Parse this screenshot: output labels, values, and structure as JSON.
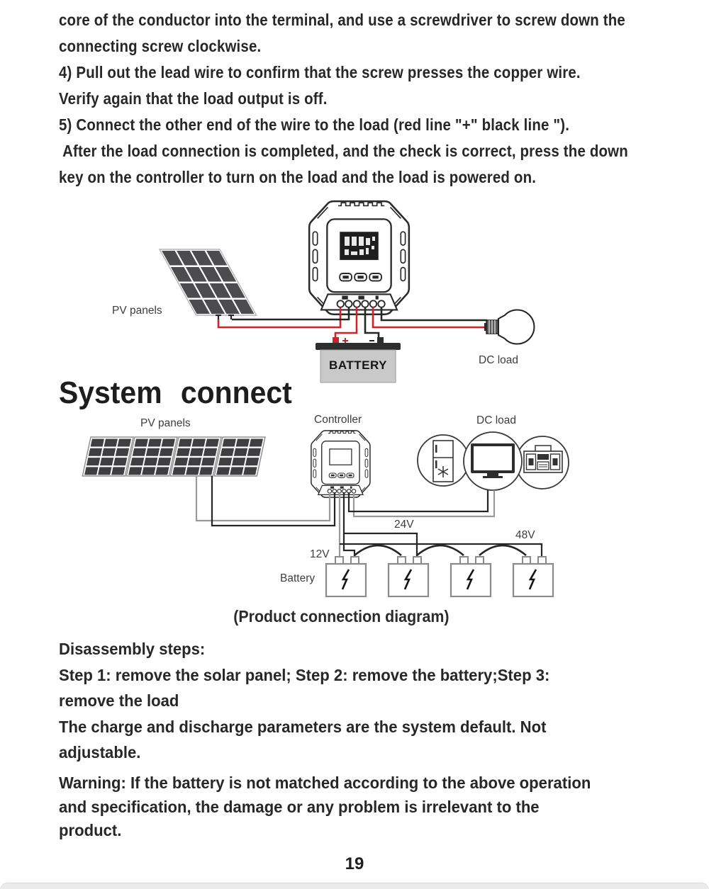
{
  "page": {
    "number": "19"
  },
  "colors": {
    "wire_red": "#d2232a",
    "wire_black": "#262626",
    "wire_gray": "#9a9a9a",
    "battery_fill": "#c9c9c9",
    "text": "#272727"
  },
  "intro": {
    "lines": [
      "core of the conductor into the terminal, and use a screwdriver to screw down the",
      "connecting screw clockwise.",
      "4) Pull out the lead wire to confirm that the screw presses the copper wire.",
      "Verify again that the load output is off.",
      "5) Connect the other end of the wire to the load (red line \"+\" black line \").",
      " After the load connection is completed, and the check is correct, press the down",
      "key on the controller to turn on the load and the load is powered on."
    ]
  },
  "heading": {
    "title": "System connect"
  },
  "diagram1": {
    "pv_label": "PV panels",
    "battery_label": "BATTERY",
    "dc_load_label": "DC load"
  },
  "diagram2": {
    "pv_label": "PV panels",
    "controller_label": "Controller",
    "dc_load_label": "DC load",
    "battery_label": "Battery",
    "v12": "12V",
    "v24": "24V",
    "v48": "48V",
    "caption": "(Product connection diagram)"
  },
  "body": {
    "lines": [
      "Disassembly steps:",
      "Step 1: remove the solar panel; Step 2: remove the battery;Step 3:",
      "remove the load",
      "The charge and discharge parameters are the system default. Not",
      "adjustable."
    ]
  },
  "warning": {
    "lines": [
      "Warning: If the battery is not matched according to the above operation",
      "and specification, the damage or any problem is irrelevant to the",
      "product."
    ]
  },
  "icons": {
    "solar-panel-icon": "svg-grid-parallelogram",
    "controller-icon": "svg-octagon-device",
    "battery-icon": "svg-box-with-terminals",
    "bulb-icon": "svg-light-bulb",
    "fridge-icon": "svg-fridge",
    "tv-icon": "svg-tv",
    "radio-icon": "svg-boombox",
    "lightning-bolt-icon": "svg-bolt",
    "snowflake-icon": "svg-snowflake"
  }
}
